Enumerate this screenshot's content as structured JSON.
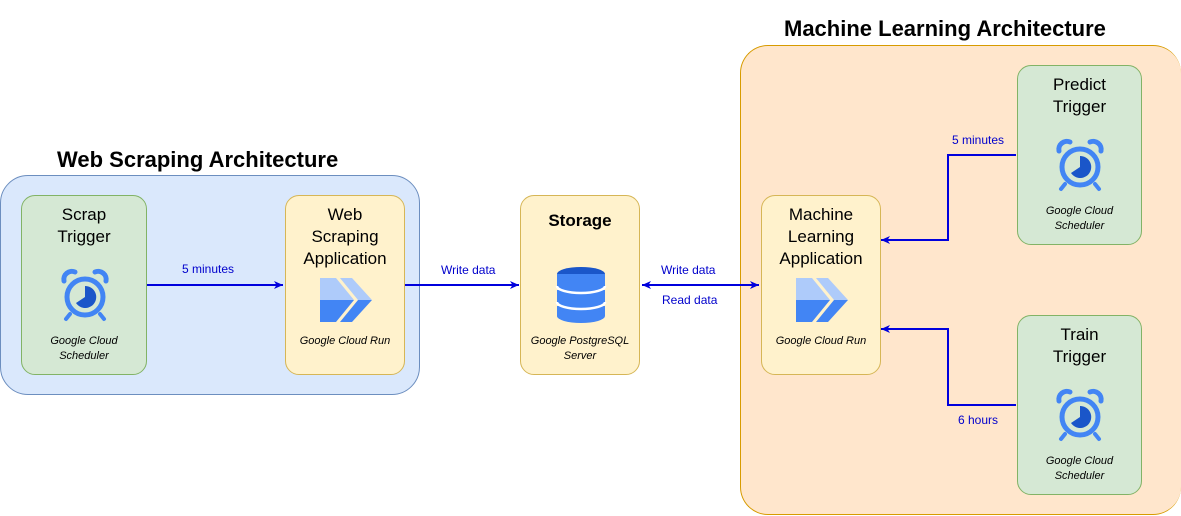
{
  "colors": {
    "arrow": "#0000DD",
    "web_group_fill": "#DAE8FC",
    "web_group_stroke": "#6C8EBF",
    "ml_group_fill": "#FFE6CC",
    "ml_group_stroke": "#D79B00",
    "trigger_fill": "#D5E8D4",
    "trigger_stroke": "#82B366",
    "app_fill": "#FFF2CC",
    "app_stroke": "#D6B656"
  },
  "groups": {
    "web": {
      "title": "Web Scraping Architecture"
    },
    "ml": {
      "title": "Machine Learning Architecture"
    }
  },
  "nodes": {
    "scrap_trigger": {
      "title": [
        "Scrap",
        "Trigger"
      ],
      "icon": "scheduler-icon",
      "caption": [
        "Google Cloud",
        "Scheduler"
      ]
    },
    "web_app": {
      "title": [
        "Web",
        "Scraping",
        "Application"
      ],
      "icon": "cloud-run-icon",
      "caption": [
        "Google Cloud Run"
      ]
    },
    "storage": {
      "title": [
        "Storage"
      ],
      "icon": "database-icon",
      "caption": [
        "Google PostgreSQL",
        "Server"
      ]
    },
    "ml_app": {
      "title": [
        "Machine",
        "Learning",
        "Application"
      ],
      "icon": "cloud-run-icon",
      "caption": [
        "Google Cloud Run"
      ]
    },
    "predict_trigger": {
      "title": [
        "Predict",
        "Trigger"
      ],
      "icon": "scheduler-icon",
      "caption": [
        "Google Cloud",
        "Scheduler"
      ]
    },
    "train_trigger": {
      "title": [
        "Train",
        "Trigger"
      ],
      "icon": "scheduler-icon",
      "caption": [
        "Google Cloud",
        "Scheduler"
      ]
    }
  },
  "edges": {
    "scrap_to_web": {
      "label": "5 minutes"
    },
    "web_to_storage": {
      "label": "Write data"
    },
    "storage_ml_write": {
      "label": "Write data"
    },
    "storage_ml_read": {
      "label": "Read data"
    },
    "predict_to_ml": {
      "label": "5 minutes"
    },
    "train_to_ml": {
      "label": "6 hours"
    }
  }
}
